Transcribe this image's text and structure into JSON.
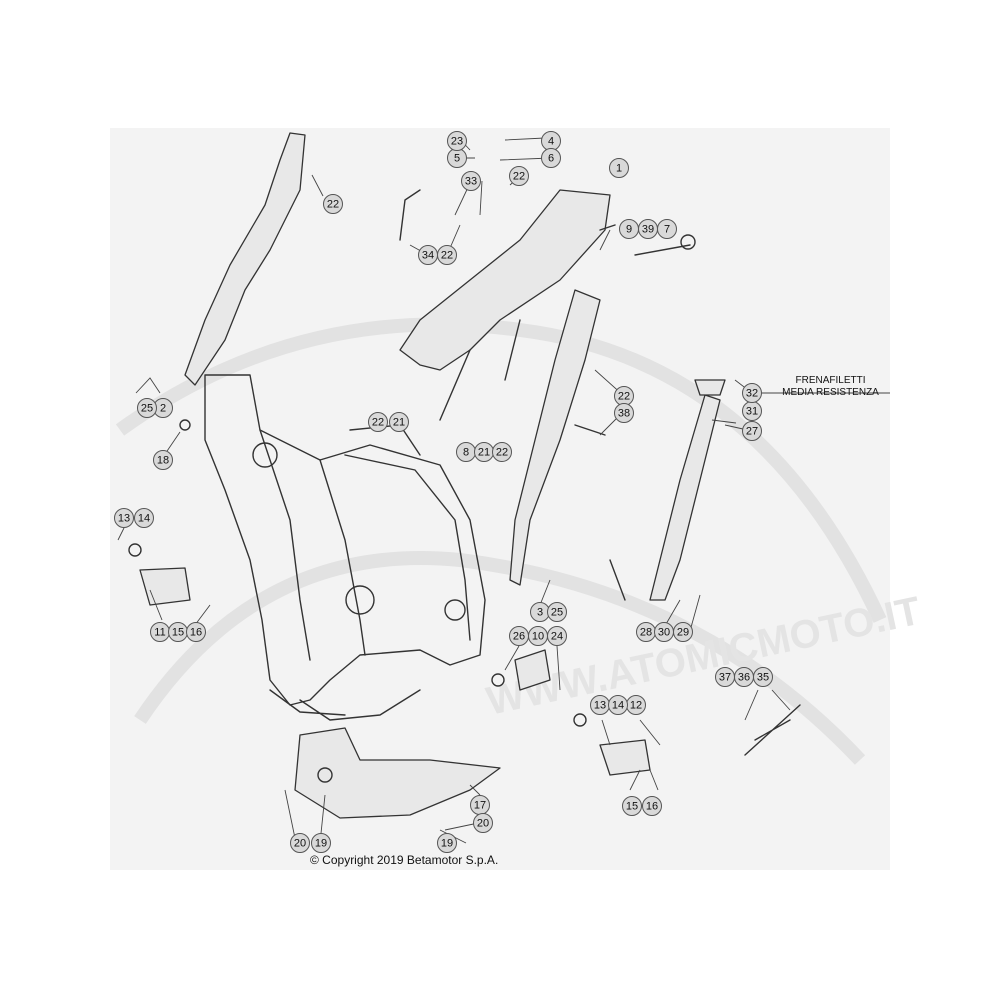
{
  "callouts": [
    {
      "n": "1"
    },
    {
      "n": "2"
    },
    {
      "n": "3"
    },
    {
      "n": "4"
    },
    {
      "n": "5"
    },
    {
      "n": "6"
    },
    {
      "n": "7"
    },
    {
      "n": "8"
    },
    {
      "n": "9"
    },
    {
      "n": "10"
    },
    {
      "n": "11"
    },
    {
      "n": "12"
    },
    {
      "n": "13"
    },
    {
      "n": "14"
    },
    {
      "n": "15"
    },
    {
      "n": "16"
    },
    {
      "n": "17"
    },
    {
      "n": "18"
    },
    {
      "n": "19"
    },
    {
      "n": "20"
    },
    {
      "n": "21"
    },
    {
      "n": "22"
    },
    {
      "n": "23"
    },
    {
      "n": "24"
    },
    {
      "n": "25"
    },
    {
      "n": "26"
    },
    {
      "n": "27"
    },
    {
      "n": "28"
    },
    {
      "n": "29"
    },
    {
      "n": "30"
    },
    {
      "n": "31"
    },
    {
      "n": "32"
    },
    {
      "n": "33"
    },
    {
      "n": "34"
    },
    {
      "n": "35"
    },
    {
      "n": "36"
    },
    {
      "n": "37"
    },
    {
      "n": "38"
    },
    {
      "n": "39"
    }
  ],
  "note": {
    "line1": "FRENAFILETTI",
    "line2": "MEDIA RESISTENZA"
  },
  "copyright": "© Copyright 2019 Betamotor S.p.A.",
  "watermark": "WWW.ATOMICMOTO.IT"
}
